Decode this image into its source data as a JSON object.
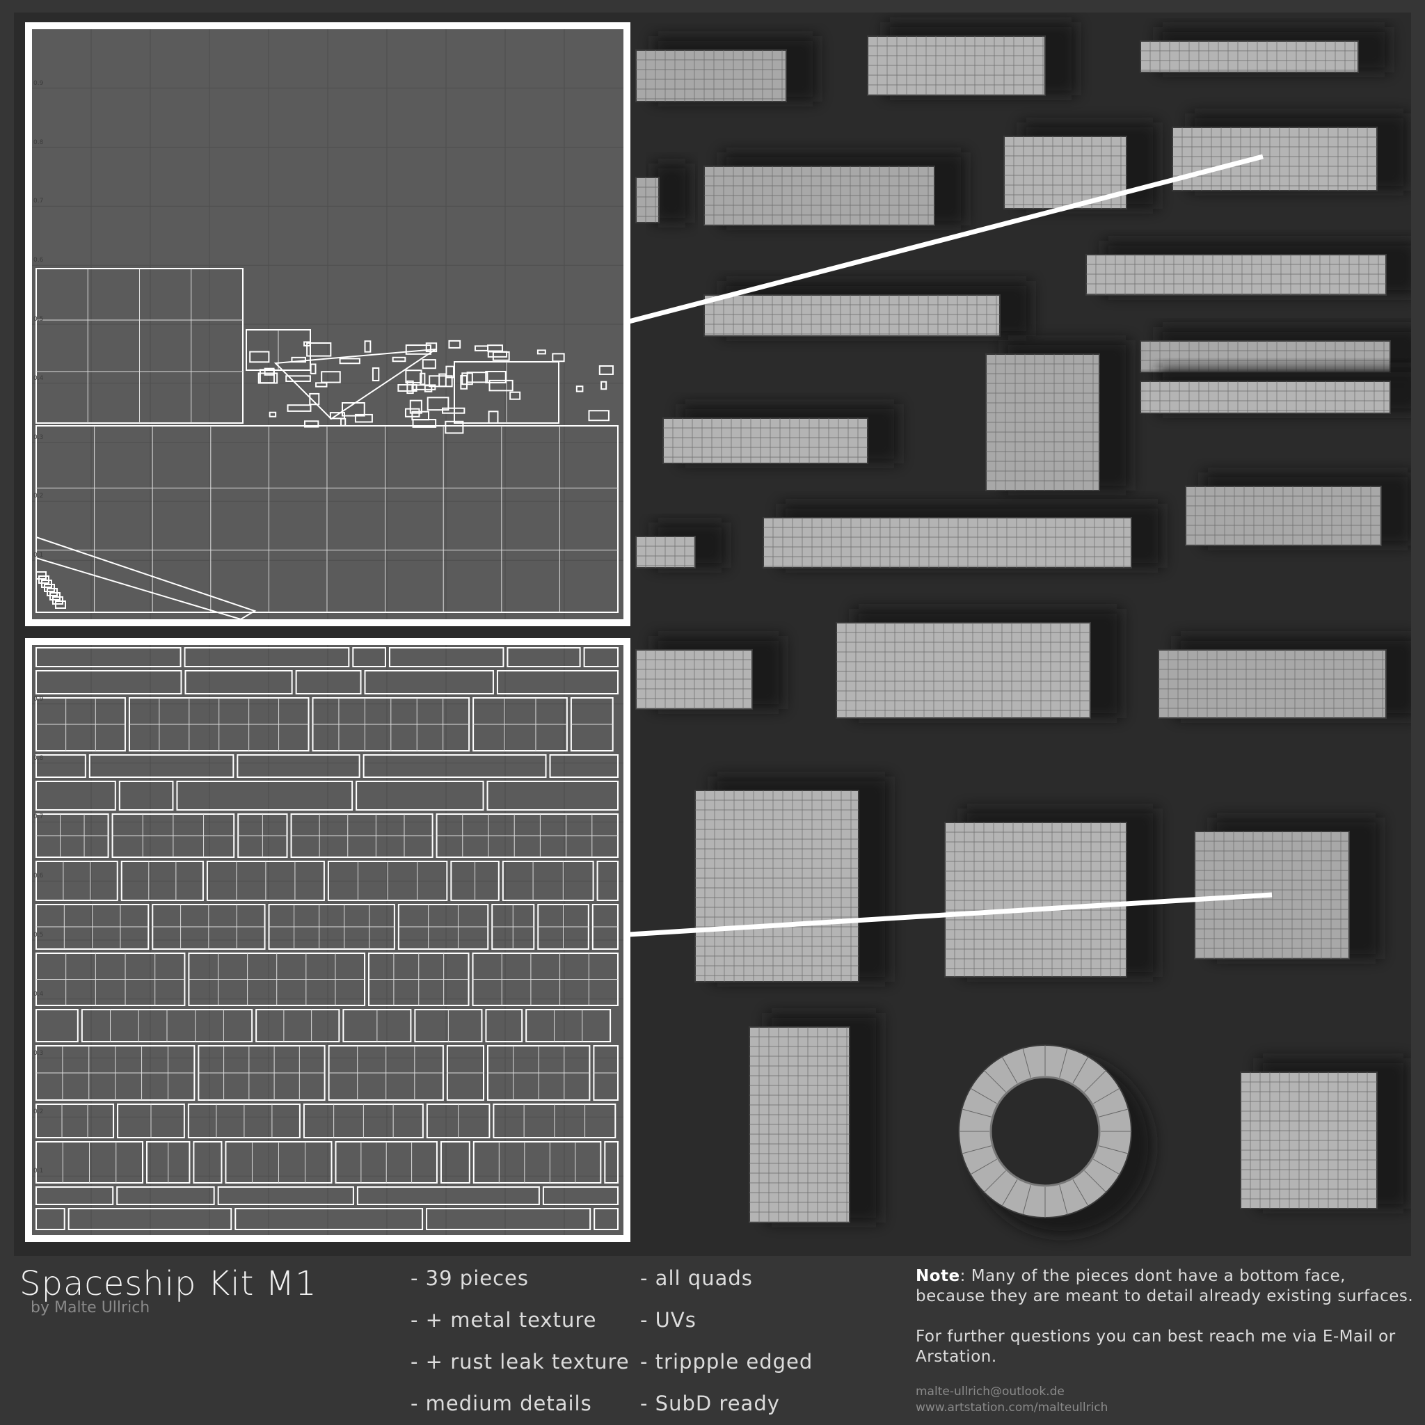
{
  "uv_panels": [
    {
      "axis_labels": [
        "0.9",
        "0.8",
        "0.7",
        "0.6",
        "0.5",
        "0.4",
        "0.3",
        "0.2",
        "0.1"
      ]
    },
    {
      "axis_labels": [
        "0.9",
        "0.8",
        "0.7",
        "0.6",
        "0.5",
        "0.4",
        "0.3",
        "0.2",
        "0.1"
      ]
    }
  ],
  "colors": {
    "background": "#2b2b2b",
    "footer": "#363636",
    "uv_fill": "#5b5b5b",
    "uv_lines": "#ffffff",
    "model": "#b9b9b9"
  },
  "footer": {
    "title": "Spaceship Kit M1",
    "byline": "by Malte Ullrich",
    "features_col1": [
      "- 39 pieces",
      "- + metal texture",
      "- + rust leak texture",
      "- medium details"
    ],
    "features_col2": [
      "- all quads",
      "- UVs",
      "- trippple edged",
      "- SubD ready"
    ],
    "note_label": "Note",
    "note_text": ": Many of the pieces dont have a bottom face, because they are meant to detail already existing surfaces.",
    "questions": "For further questions you can best reach me via E-Mail or Arstation.",
    "email": "malte-ullrich@outlook.de",
    "website": "www.artstation.com/malteullrich"
  }
}
